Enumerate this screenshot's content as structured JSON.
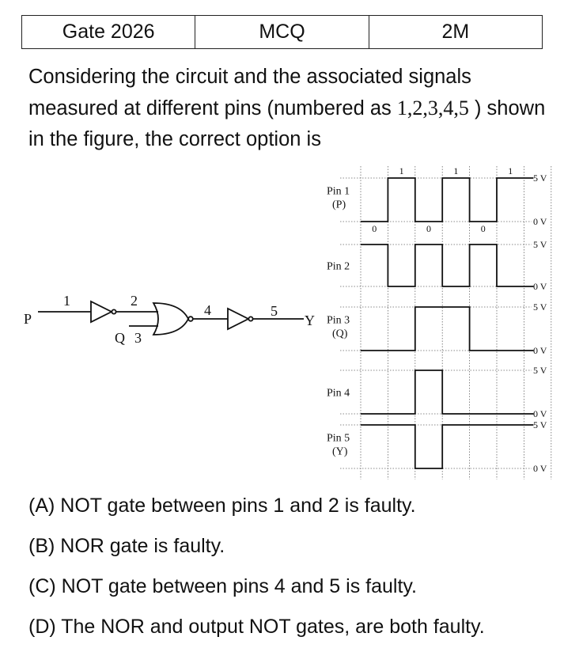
{
  "header": {
    "exam": "Gate 2026",
    "type": "MCQ",
    "marks": "2M"
  },
  "question": {
    "text_before": "Considering the circuit and the associated signals measured at different pins (numbered as ",
    "pin_numbers": "1,2,3,4,5",
    "text_after": " ) shown in the figure, the correct option is"
  },
  "circuit": {
    "input_label": "P",
    "output_label": "Y",
    "q_label": "Q",
    "pin_labels": [
      "1",
      "2",
      "3",
      "4",
      "5"
    ]
  },
  "waveforms": {
    "rows": [
      {
        "label": "Pin 1",
        "sublabel": "(P)",
        "levels": [
          0,
          1,
          0,
          1,
          0,
          1
        ]
      },
      {
        "label": "Pin 2",
        "sublabel": "",
        "levels": [
          1,
          0,
          1,
          0,
          1,
          0
        ]
      },
      {
        "label": "Pin 3",
        "sublabel": "(Q)",
        "levels": [
          0,
          0,
          1,
          1,
          0,
          0
        ]
      },
      {
        "label": "Pin 4",
        "sublabel": "",
        "levels": [
          0,
          0,
          1,
          0,
          0,
          0
        ]
      },
      {
        "label": "Pin 5",
        "sublabel": "(Y)",
        "levels": [
          1,
          1,
          0,
          1,
          1,
          1
        ]
      }
    ],
    "level_high_label": "5 V",
    "level_low_label": "0 V",
    "pin1_bit_high": "1",
    "pin1_bit_low": "0"
  },
  "options": [
    "(A) NOT gate between pins 1 and 2 is faulty.",
    "(B) NOR gate is faulty.",
    "(C) NOT gate between pins 4 and 5 is faulty.",
    "(D) The NOR and output NOT gates, are both faulty."
  ]
}
